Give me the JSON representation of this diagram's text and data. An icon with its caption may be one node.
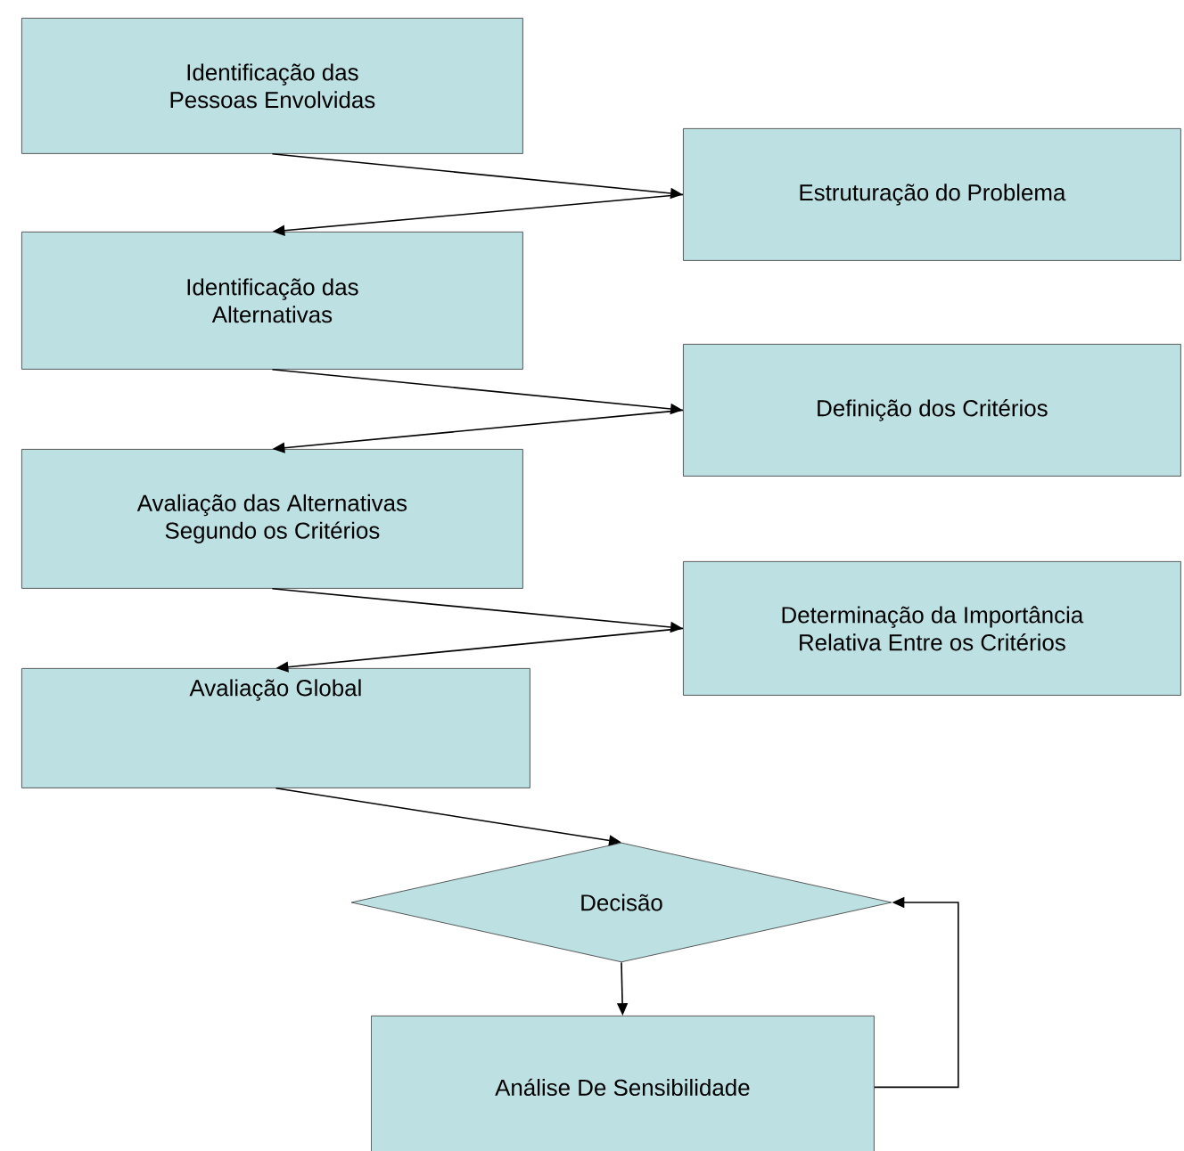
{
  "diagram": {
    "nodes": [
      {
        "text": [
          "Identificação das Pessoas Envolvidas"
        ]
      },
      {
        "text": [
          "Estruturação do Problema"
        ]
      },
      {
        "text": [
          "Identificação das Alternativas"
        ]
      },
      {
        "text": [
          "Definição dos Critérios"
        ]
      },
      {
        "text": [
          "Avaliação das Alternativas Segundo os Critérios"
        ]
      },
      {
        "text": [
          "Determinação da Importância Relativa Entre os Critérios"
        ]
      },
      {
        "text": [
          "Avaliação Global"
        ]
      },
      {
        "text": [
          "Decisão"
        ]
      },
      {
        "text": [
          "Análise De Sensibilidade"
        ]
      }
    ],
    "edges": [
      {
        "from": 0,
        "to": 1,
        "arrow": "to"
      },
      {
        "from": 1,
        "to": 2,
        "arrow": "to"
      },
      {
        "from": 2,
        "to": 3,
        "arrow": "to"
      },
      {
        "from": 3,
        "to": 4,
        "arrow": "to"
      },
      {
        "from": 4,
        "to": 5,
        "arrow": "to"
      },
      {
        "from": 5,
        "to": 6,
        "arrow": "to"
      },
      {
        "from": 6,
        "to": 7,
        "arrow": "to"
      },
      {
        "from": 7,
        "to": 8,
        "arrow": "to"
      },
      {
        "from": 8,
        "to": 7,
        "arrow": "to"
      }
    ]
  }
}
